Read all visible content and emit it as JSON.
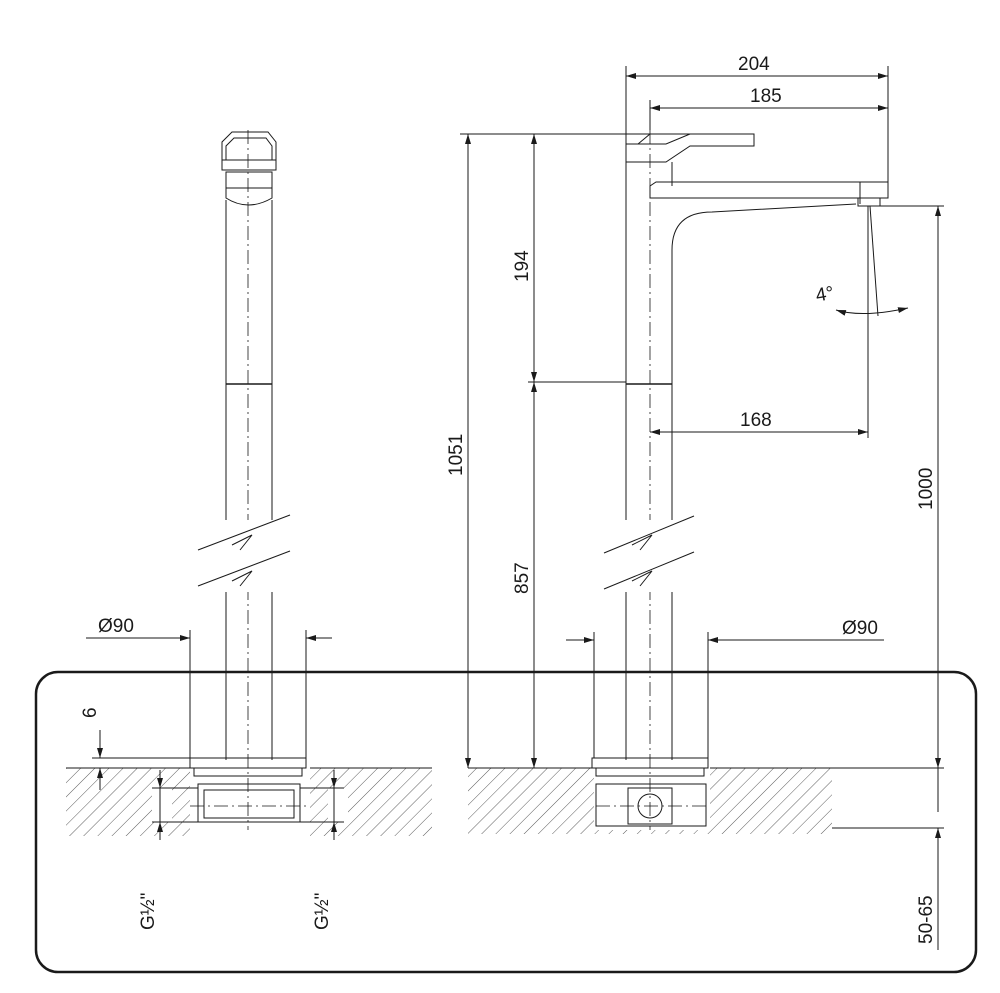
{
  "dimensions": {
    "side_base_diameter": "Ø90",
    "front_base_diameter": "Ø90",
    "side_base_height": "6",
    "side_thread_left": "G½\"",
    "side_thread_right": "G½\"",
    "overall_width": "204",
    "spout_width": "185",
    "spout_reach": "168",
    "angle": "4°",
    "overall_height": "1051",
    "upper_height": "194",
    "lower_height": "857",
    "outlet_height": "1000",
    "deck_thickness": "50-65"
  },
  "colors": {
    "line": "#1a1a1a",
    "background": "#ffffff"
  }
}
